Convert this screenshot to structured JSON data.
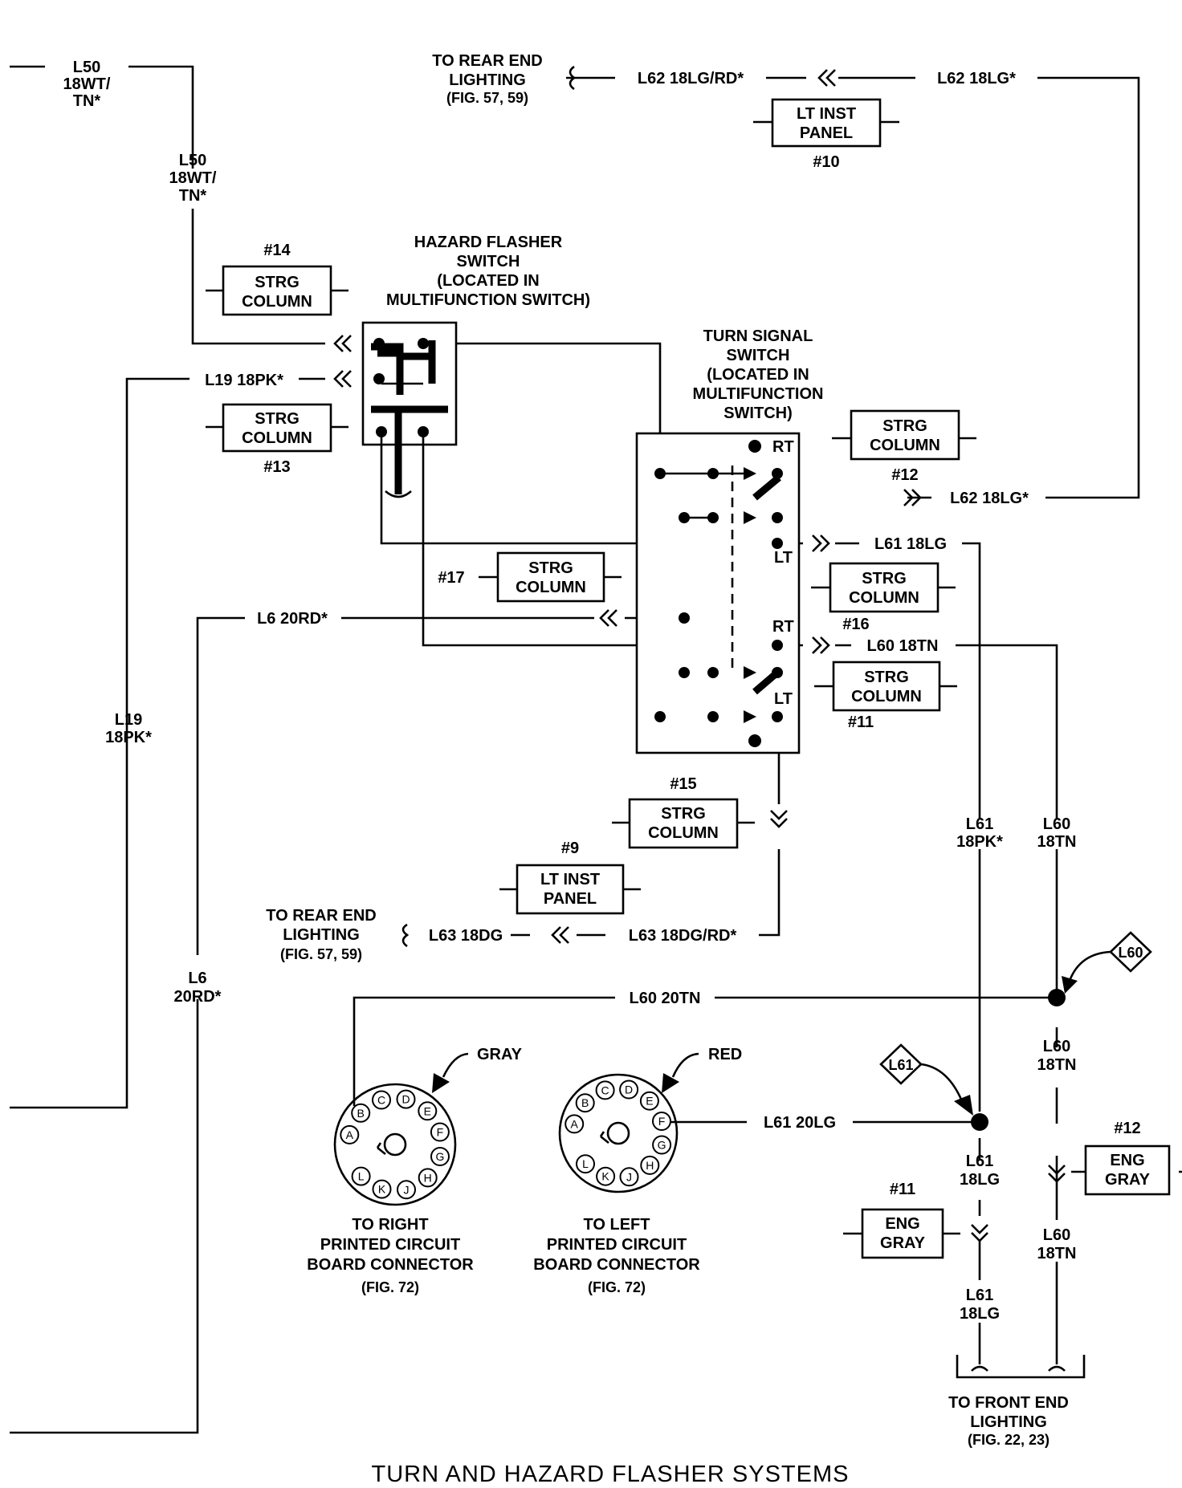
{
  "title": "TURN AND HAZARD FLASHER SYSTEMS",
  "wires": {
    "l50_top": [
      "L50",
      "18WT/",
      "TN*"
    ],
    "l50_vert": [
      "L50",
      "18WT/",
      "TN*"
    ],
    "l19_h": "L19 18PK*",
    "l19_v": [
      "L19",
      "18PK*"
    ],
    "l6_h": "L6 20RD*",
    "l6_v": [
      "L6",
      "20RD*"
    ],
    "l62_a": "L62 18LG/RD*",
    "l62_b": "L62 18LG*",
    "l62_c": "L62 18LG*",
    "l61_h": "L61 18LG",
    "l61_v": [
      "L61",
      "18PK*"
    ],
    "l60_h": "L60 18TN",
    "l60_v": [
      "L60",
      "18TN"
    ],
    "l63_a": "L63 18DG",
    "l63_b": "L63 18DG/RD*",
    "l60_20": "L60 20TN",
    "l61_20": "L61 20LG",
    "l60_18b": [
      "L60",
      "18TN"
    ],
    "l60_18c": [
      "L60",
      "18TN"
    ],
    "l61_18b": [
      "L61",
      "18LG"
    ],
    "l61_18c": [
      "L61",
      "18LG"
    ]
  },
  "connectors": {
    "c14": {
      "num": "#14",
      "lines": [
        "STRG",
        "COLUMN"
      ]
    },
    "c13": {
      "num": "#13",
      "lines": [
        "STRG",
        "COLUMN"
      ]
    },
    "c10": {
      "num": "#10",
      "lines": [
        "LT INST",
        "PANEL"
      ]
    },
    "c12": {
      "num": "#12",
      "lines": [
        "STRG",
        "COLUMN"
      ]
    },
    "c17": {
      "num": "#17",
      "lines": [
        "STRG",
        "COLUMN"
      ]
    },
    "c16": {
      "num": "#16",
      "lines": [
        "STRG",
        "COLUMN"
      ]
    },
    "c11": {
      "num": "#11",
      "lines": [
        "STRG",
        "COLUMN"
      ]
    },
    "c15": {
      "num": "#15",
      "lines": [
        "STRG",
        "COLUMN"
      ]
    },
    "c9": {
      "num": "#9",
      "lines": [
        "LT INST",
        "PANEL"
      ]
    },
    "e12": {
      "num": "#12",
      "lines": [
        "ENG",
        "GRAY"
      ]
    },
    "e11": {
      "num": "#11",
      "lines": [
        "ENG",
        "GRAY"
      ]
    }
  },
  "labels": {
    "hazard": [
      "HAZARD FLASHER",
      "SWITCH",
      "(LOCATED IN",
      "MULTIFUNCTION SWITCH)"
    ],
    "turn": [
      "TURN SIGNAL",
      "SWITCH",
      "(LOCATED IN",
      "MULTIFUNCTION",
      "SWITCH)"
    ],
    "rear_top": [
      "TO REAR END",
      "LIGHTING",
      "(FIG. 57, 59)"
    ],
    "rear_mid": [
      "TO REAR END",
      "LIGHTING",
      "(FIG. 57, 59)"
    ],
    "front": [
      "TO FRONT END",
      "LIGHTING",
      "(FIG. 22, 23)"
    ],
    "right_pcb": [
      "TO RIGHT",
      "PRINTED CIRCUIT",
      "BOARD CONNECTOR",
      "(FIG. 72)"
    ],
    "left_pcb": [
      "TO LEFT",
      "PRINTED CIRCUIT",
      "BOARD CONNECTOR",
      "(FIG. 72)"
    ],
    "gray": "GRAY",
    "red": "RED",
    "rt1": "RT",
    "lt1": "LT",
    "rt2": "RT",
    "lt2": "LT",
    "tag60": "L60",
    "tag61": "L61"
  },
  "pcb_pins": [
    "A",
    "B",
    "C",
    "D",
    "E",
    "F",
    "G",
    "H",
    "J",
    "K",
    "L"
  ]
}
